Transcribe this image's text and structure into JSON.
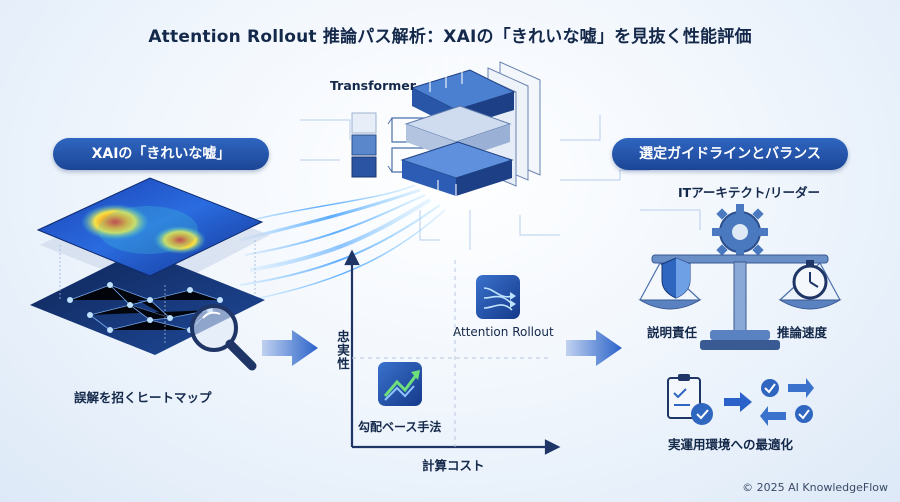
{
  "title": "Attention Rollout 推論パス解析：XAIの「きれいな嘘」を見抜く性能評価",
  "left": {
    "pill": "XAIの「きれいな嘘」",
    "caption": "誤解を招くヒートマップ"
  },
  "center": {
    "transformer_label": "Transformer"
  },
  "plot": {
    "ylabel": "忠実性",
    "xlabel": "計算コスト",
    "points": [
      {
        "label": "Attention Rollout",
        "icon": "attention-rollout-icon"
      },
      {
        "label": "勾配ベース手法",
        "icon": "gradient-trend-icon"
      }
    ]
  },
  "right": {
    "pill": "選定ガイドラインとバランス",
    "role": "ITアーキテクト/リーダー",
    "left_pan": "説明責任",
    "right_pan": "推論速度",
    "footer": "実運用環境への最適化"
  },
  "copyright": "© 2025 AI KnowledgeFlow"
}
